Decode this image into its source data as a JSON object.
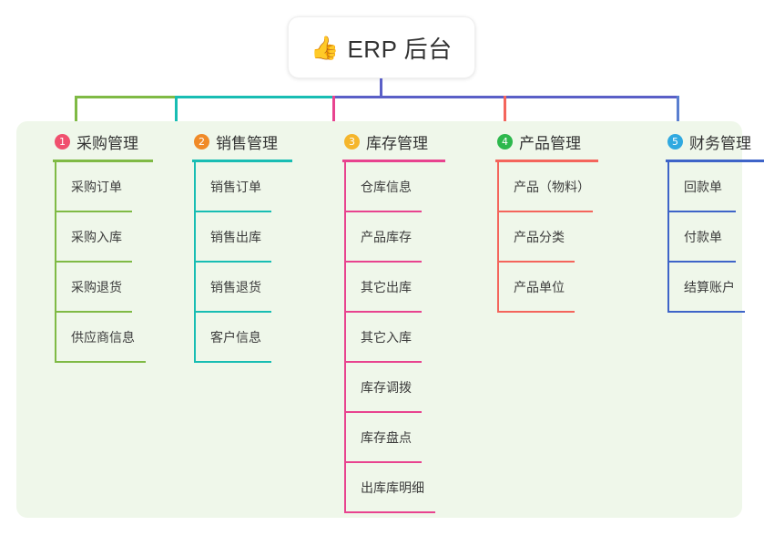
{
  "root": {
    "emoji": "👍",
    "icon_name": "thumbs-up-emoji",
    "title": "ERP 后台"
  },
  "theme": {
    "page_background": "#ffffff",
    "panel_background": "#eff7ea",
    "card_background": "#ffffff",
    "title_text_color": "#333333",
    "root_connector": "#5a5fc7"
  },
  "columns": [
    {
      "index": "1",
      "title": "采购管理",
      "badge_color": "#f0506e",
      "line_color": "#7fba45",
      "rule_width": 110,
      "items": [
        {
          "label": "采购订单",
          "rule_width": 85
        },
        {
          "label": "采购入库",
          "rule_width": 85
        },
        {
          "label": "采购退货",
          "rule_width": 85
        },
        {
          "label": "供应商信息",
          "rule_width": 100
        }
      ]
    },
    {
      "index": "2",
      "title": "销售管理",
      "badge_color": "#f08a28",
      "line_color": "#18bdb3",
      "rule_width": 110,
      "items": [
        {
          "label": "销售订单",
          "rule_width": 85
        },
        {
          "label": "销售出库",
          "rule_width": 85
        },
        {
          "label": "销售退货",
          "rule_width": 85
        },
        {
          "label": "客户信息",
          "rule_width": 85
        }
      ]
    },
    {
      "index": "3",
      "title": "库存管理",
      "badge_color": "#f5b62c",
      "line_color": "#e8438f",
      "rule_width": 113,
      "items": [
        {
          "label": "仓库信息",
          "rule_width": 85
        },
        {
          "label": "产品库存",
          "rule_width": 85
        },
        {
          "label": "其它出库",
          "rule_width": 85
        },
        {
          "label": "其它入库",
          "rule_width": 85
        },
        {
          "label": "库存调拨",
          "rule_width": 85
        },
        {
          "label": "库存盘点",
          "rule_width": 85
        },
        {
          "label": "出库库明细",
          "rule_width": 100
        }
      ]
    },
    {
      "index": "4",
      "title": "产品管理",
      "badge_color": "#2db84d",
      "line_color": "#f4655c",
      "rule_width": 113,
      "items": [
        {
          "label": "产品（物料）",
          "rule_width": 105
        },
        {
          "label": "产品分类",
          "rule_width": 85
        },
        {
          "label": "产品单位",
          "rule_width": 85
        }
      ]
    },
    {
      "index": "5",
      "title": "财务管理",
      "badge_color": "#30a9e0",
      "line_color": "#3e64c8",
      "rule_width": 113,
      "items": [
        {
          "label": "回款单",
          "rule_width": 75
        },
        {
          "label": "付款单",
          "rule_width": 75
        },
        {
          "label": "结算账户",
          "rule_width": 85
        }
      ]
    }
  ]
}
